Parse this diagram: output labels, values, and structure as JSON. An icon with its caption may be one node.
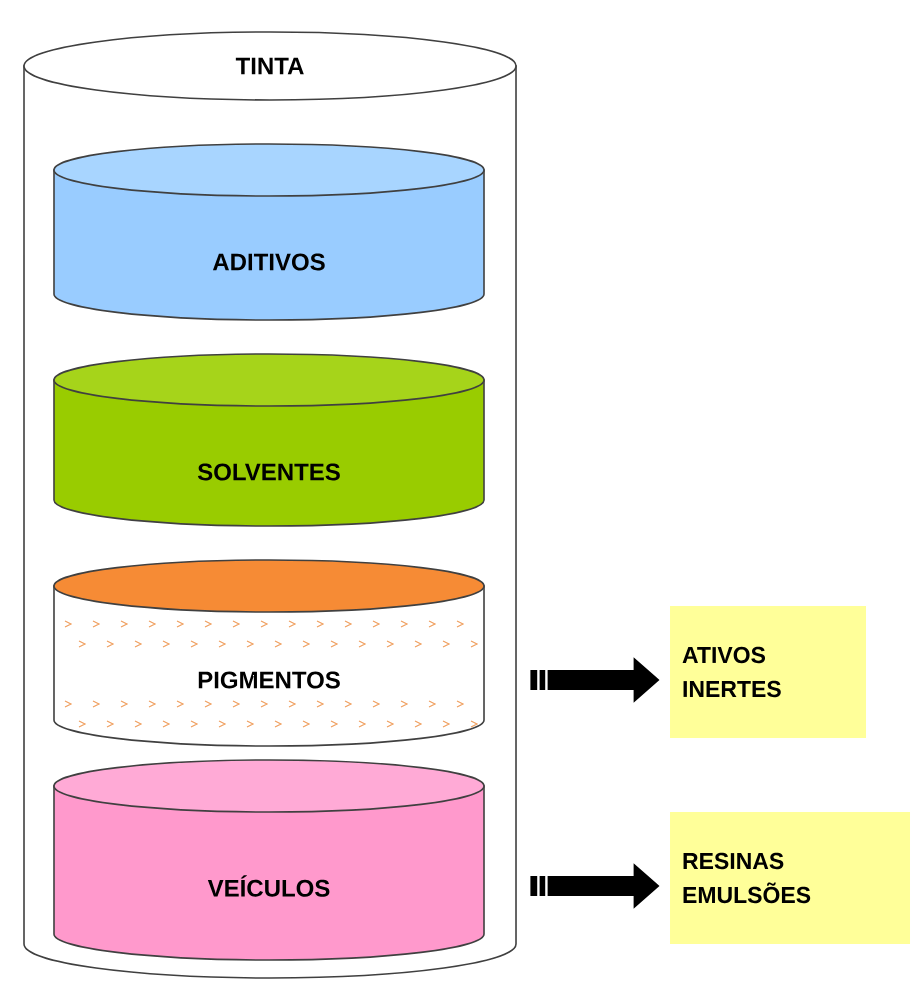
{
  "diagram": {
    "nodes": [
      {
        "text": [
          "TINTA"
        ]
      },
      {
        "text": [
          "ADITIVOS"
        ],
        "in": 0
      },
      {
        "text": [
          "SOLVENTES"
        ],
        "in": 0
      },
      {
        "text": [
          "PIGMENTOS"
        ],
        "in": 0
      },
      {
        "text": [
          "VEÍCULOS"
        ],
        "in": 0
      },
      {
        "text": [
          "ATIVOS INERTES"
        ]
      },
      {
        "text": [
          "RESINAS EMULSÕES"
        ]
      }
    ],
    "edges": [
      {
        "from": 3,
        "to": 5,
        "arrow": "to"
      },
      {
        "from": 4,
        "to": 6,
        "arrow": "to"
      }
    ]
  }
}
